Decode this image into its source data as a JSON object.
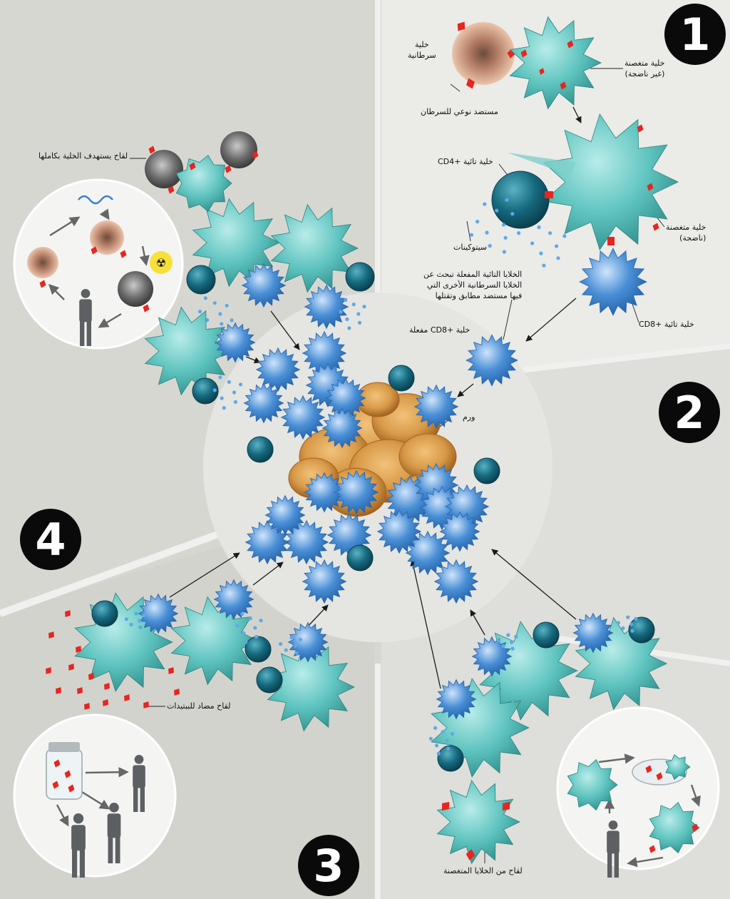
{
  "steps": [
    "1",
    "2",
    "3",
    "4"
  ],
  "labels": {
    "cancer_cell": "خلية\nسرطانية",
    "cancer_antigen": "مستضد نوعي للسرطان",
    "immature_dc": "خلية متغصنة\n(غير ناضجة)",
    "cd4_cell": "خلية تائية +CD4",
    "mature_dc": "خلية متغصنة\n(ناضجة)",
    "cytokines": "سيتوكينات",
    "activated_search": "الخلايا التائية المفعلة تبحث عن\nالخلايا السرطانية الأخرى التي\nفيها مستضد مطابق وتقتلها",
    "cd8_cell": "خلية تائية +CD8",
    "activated_cd8": "خلية +CD8 مفعلة",
    "tumor": "ورم",
    "whole_cell_vaccine": "لقاح يستهدف الخلية بكاملها",
    "peptide_vaccine": "لقاح مضاد للببتيدات",
    "dc_vaccine": "لقاح من الخلايا المتغصنة"
  },
  "colors": {
    "background": "#d7d7d2",
    "panel_light": "#ebebe8",
    "teal_cell": "#5fc4bf",
    "blue_tcell": "#4a8fd6",
    "dark_cd4": "#15697e",
    "antigen": "#e8251f",
    "tumor": "#d89a48",
    "cancer_cell": "#e9b896"
  }
}
